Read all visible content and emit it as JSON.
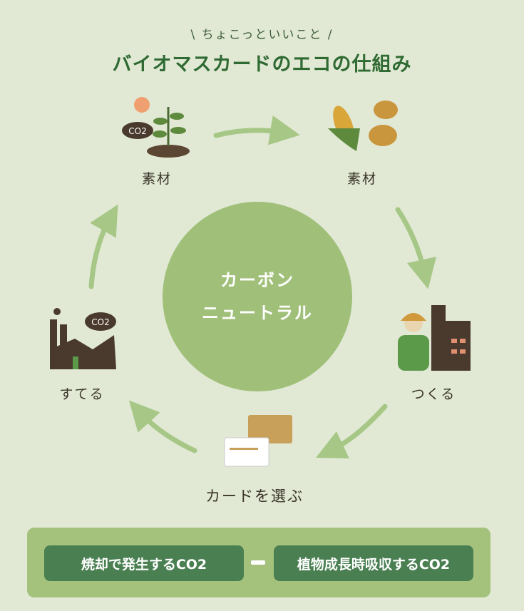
{
  "header": {
    "subtitle": "\\ ちょこっといいこと /",
    "title": "バイオマスカードのエコの仕組み"
  },
  "center": {
    "line1": "カーボン",
    "line2": "ニュートラル"
  },
  "steps": [
    {
      "label": "素材",
      "icon": "plant-sun-co2-icon",
      "co2": "CO2"
    },
    {
      "label": "素材",
      "icon": "corn-potato-icon"
    },
    {
      "label": "つくる",
      "icon": "worker-factory-icon"
    },
    {
      "label": "カードを選ぶ",
      "icon": "cards-icon"
    },
    {
      "label": "すてる",
      "icon": "factory-co2-icon",
      "co2": "CO2"
    }
  ],
  "formula": {
    "left": "焼却で発生するCO2",
    "operator": "−",
    "right": "植物成長時吸収するCO2"
  },
  "colors": {
    "background": "#e1e9d4",
    "circle": "#a0c07a",
    "arrow": "#a6c785",
    "title": "#2f6a32",
    "pill": "#4a7f52",
    "panel": "#a4c27c"
  }
}
